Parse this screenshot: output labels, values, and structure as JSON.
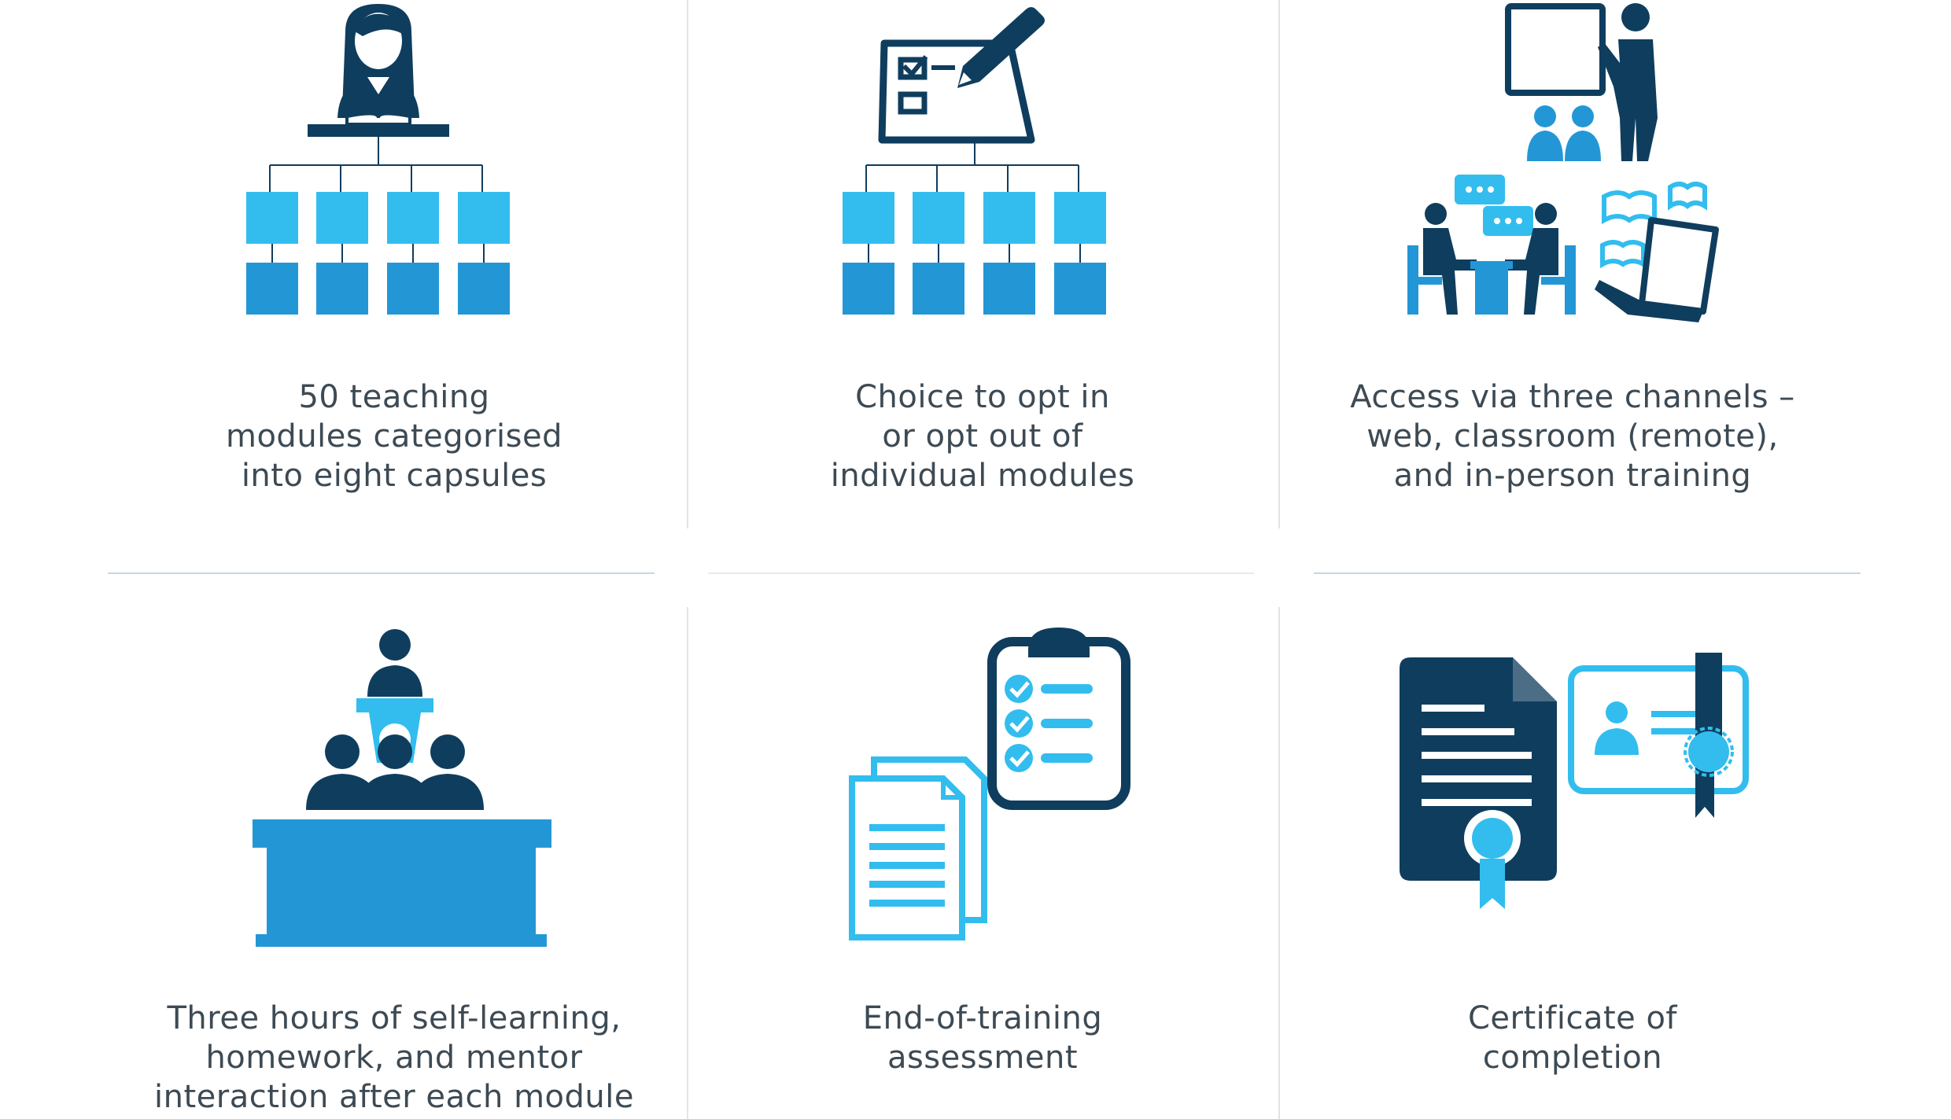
{
  "colors": {
    "navy": "#0f3d5e",
    "light_blue": "#32bdee",
    "mid_blue": "#2397d6",
    "text": "#3d4a54",
    "divider": "#c9d6df"
  },
  "features": [
    {
      "icon": "teacher-hierarchy-icon",
      "lines": [
        "50 teaching",
        "modules categorised",
        "into eight capsules"
      ]
    },
    {
      "icon": "checklist-hierarchy-icon",
      "lines": [
        "Choice to opt in",
        "or opt out of",
        "individual modules"
      ]
    },
    {
      "icon": "training-channels-icon",
      "lines": [
        "Access via three channels –",
        "web, classroom (remote),",
        "and in-person training"
      ]
    },
    {
      "icon": "classroom-podium-icon",
      "lines": [
        "Three hours of self-learning,",
        "homework, and mentor",
        "interaction after each module"
      ]
    },
    {
      "icon": "assessment-clipboard-icon",
      "lines": [
        "End-of-training",
        "assessment"
      ]
    },
    {
      "icon": "certificate-icon",
      "lines": [
        "Certificate of",
        "completion"
      ]
    }
  ]
}
